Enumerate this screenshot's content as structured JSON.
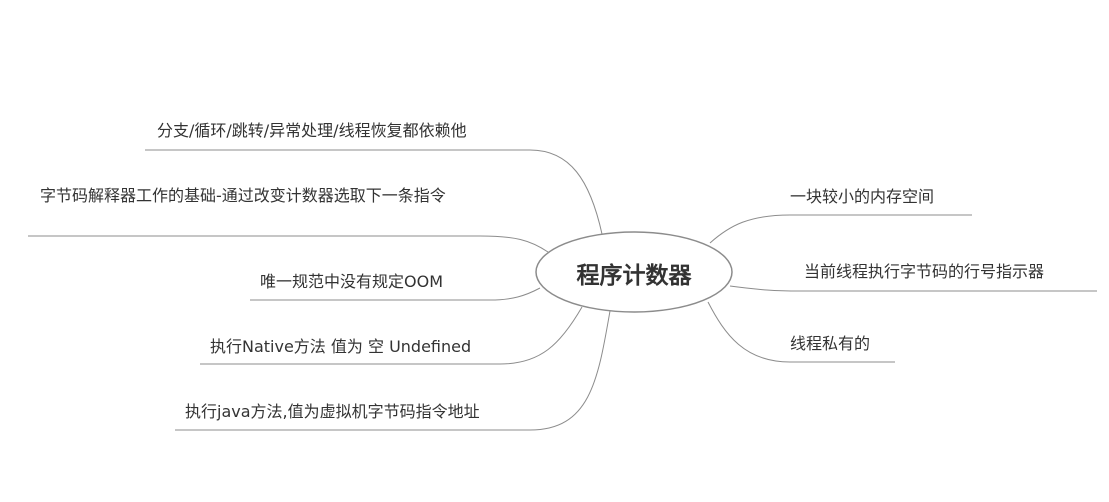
{
  "diagram": {
    "central_node": "程序计数器",
    "left_branches": [
      "分支/循环/跳转/异常处理/线程恢复都依赖他",
      "字节码解释器工作的基础-通过改变计数器选取下一条指令",
      "唯一规范中没有规定OOM",
      "执行Native方法 值为 空 Undefined",
      "执行java方法,值为虚拟机字节码指令地址"
    ],
    "right_branches": [
      "一块较小的内存空间",
      "当前线程执行字节码的行号指示器",
      "线程私有的"
    ],
    "colors": {
      "line": "#8c8c8c",
      "node_border": "#8c8c8c",
      "text": "#333333"
    }
  }
}
